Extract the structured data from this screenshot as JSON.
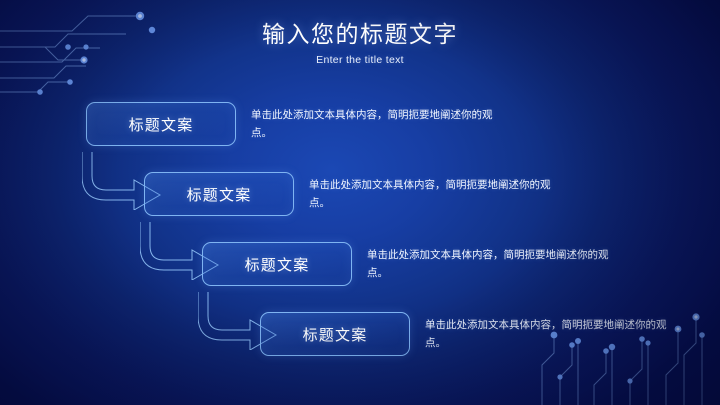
{
  "slide": {
    "title": "输入您的标题文字",
    "subtitle": "Enter the title text"
  },
  "colors": {
    "background_center": "#13399b",
    "background_corner": "#060f51",
    "accent_border": "#7fb4f2",
    "text_primary": "#ffffff",
    "text_body": "#f0f5ff",
    "trace_line": "#7ea6e8",
    "trace_dot": "#6f9ef5"
  },
  "rows": [
    {
      "label": "标题文案",
      "body": "单击此处添加文本具体内容，简明扼要地阐述你的观点。"
    },
    {
      "label": "标题文案",
      "body": "单击此处添加文本具体内容，简明扼要地阐述你的观点。"
    },
    {
      "label": "标题文案",
      "body": "单击此处添加文本具体内容，简明扼要地阐述你的观点。"
    },
    {
      "label": "标题文案",
      "body": "单击此处添加文本具体内容，简明扼要地阐述你的观点。"
    }
  ],
  "connectors": [
    {
      "name": "elbow-arrow-1"
    },
    {
      "name": "elbow-arrow-2"
    },
    {
      "name": "elbow-arrow-3"
    }
  ],
  "decorations": {
    "top_left": "circuit-trace-pattern",
    "bottom_right": "circuit-trace-pattern"
  }
}
